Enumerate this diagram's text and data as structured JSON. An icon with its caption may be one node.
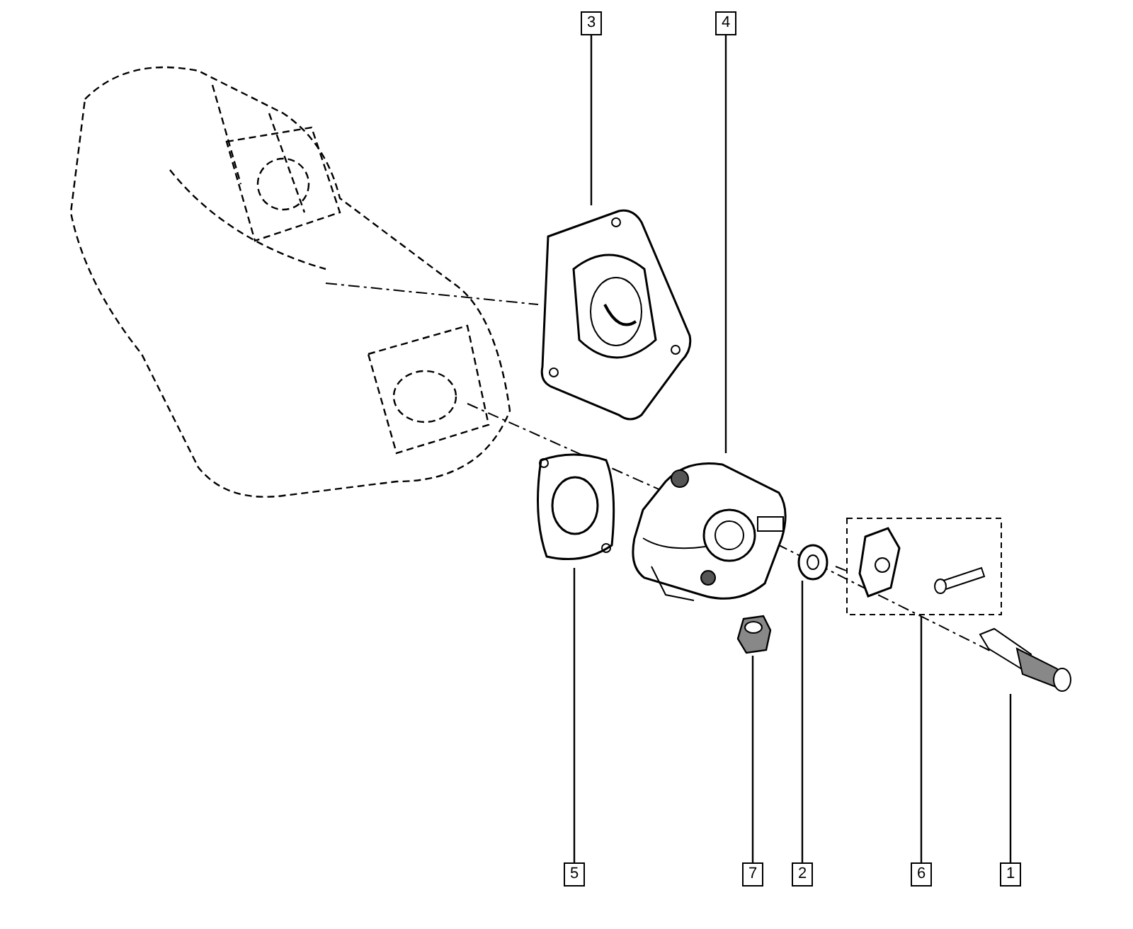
{
  "diagram": {
    "nodes": [
      {
        "text": [
          "3"
        ]
      },
      {
        "text": [
          "4"
        ]
      },
      {
        "text": [
          "5"
        ]
      },
      {
        "text": [
          "7"
        ]
      },
      {
        "text": [
          "2"
        ]
      },
      {
        "text": [
          "6"
        ]
      },
      {
        "text": [
          "1"
        ]
      },
      {
        "text": [],
        "shape": "picture"
      },
      {
        "text": [],
        "shape": "picture"
      },
      {
        "text": [],
        "shape": "picture"
      },
      {
        "text": [],
        "shape": "picture"
      },
      {
        "text": [],
        "shape": "picture"
      },
      {
        "text": [],
        "shape": "picture"
      },
      {
        "text": [],
        "shape": "picture"
      }
    ],
    "edges": [
      {
        "from": 0,
        "to": 7,
        "arrow": "none"
      },
      {
        "from": 1,
        "to": 8,
        "arrow": "none"
      },
      {
        "from": 2,
        "to": 9,
        "arrow": "none"
      },
      {
        "from": 3,
        "to": 10,
        "arrow": "none"
      },
      {
        "from": 4,
        "to": 11,
        "arrow": "none"
      },
      {
        "from": 5,
        "to": 12,
        "arrow": "none"
      },
      {
        "from": 6,
        "to": 13,
        "arrow": "none"
      }
    ]
  }
}
